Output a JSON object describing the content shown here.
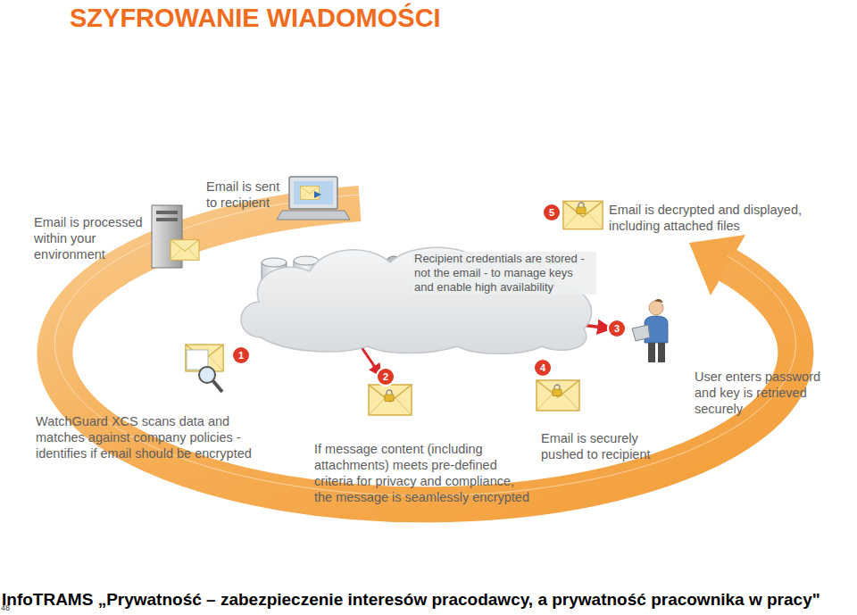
{
  "diagram": {
    "title": "SZYFROWANIE WIADOMOŚCI",
    "nodes": [
      {
        "text": [
          "Recipient credentials are stored - not the email - to manage keys and enable high availability"
        ]
      }
    ],
    "labels": [
      "Email is sent to recipient",
      "Email is processed within your environment",
      "5",
      "Email is decrypted and displayed, including attached files",
      "1",
      "2",
      "4",
      "3",
      "User enters password and key is retrieved securely",
      "WatchGuard XCS scans data and matches against company policies - identifies if email should be encrypted",
      "If message content (including attachments) meets pre-defined criteria for privacy and compliance, the message is seamlessly encrypted",
      "Email is securely pushed to recipient",
      "InfoTRAMS „Prywatność – zabezpieczenie interesów pracodawcy, a prywatność pracownika w pracy\"",
      "48"
    ]
  }
}
